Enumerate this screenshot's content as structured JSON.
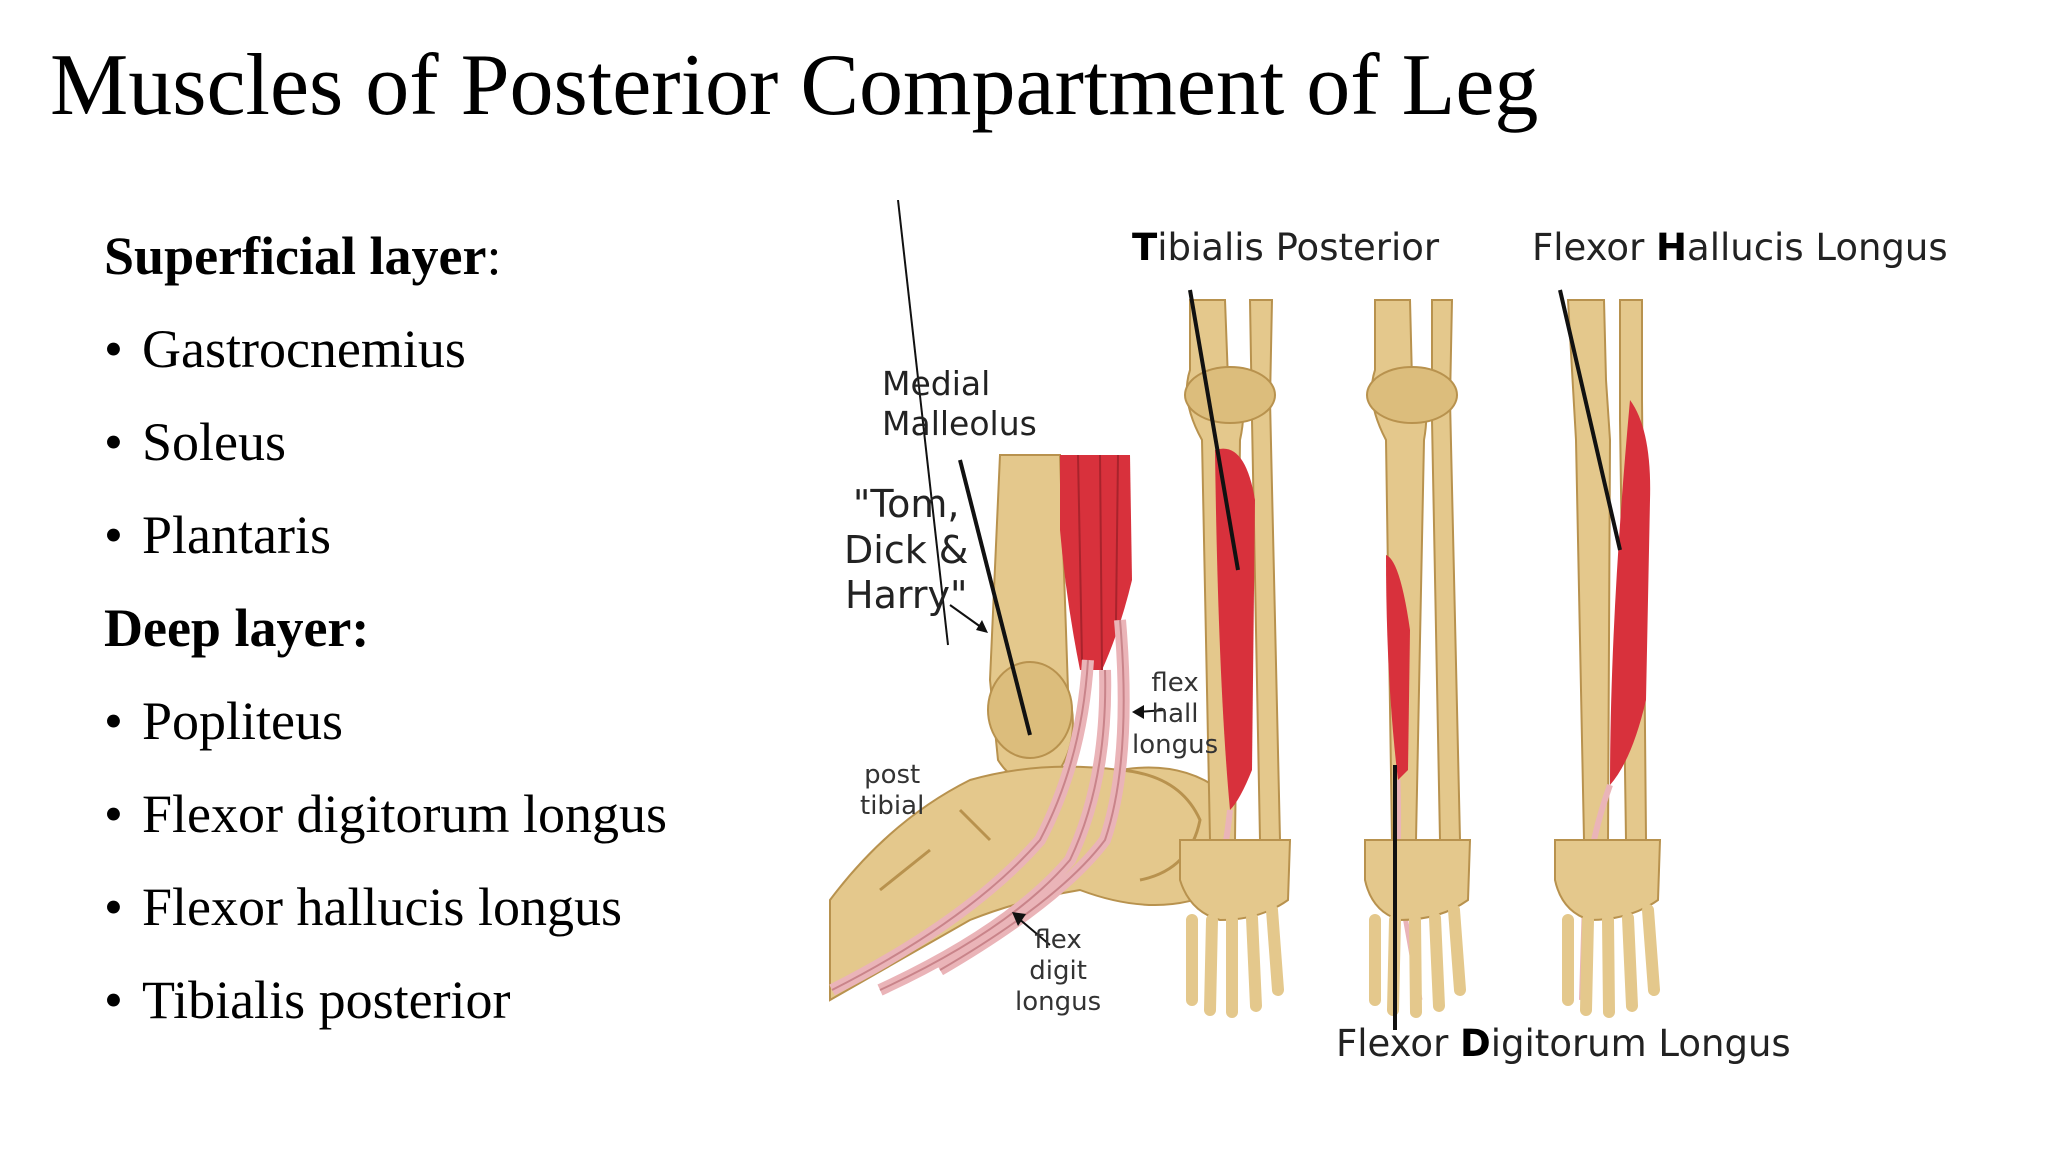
{
  "title": "Muscles of Posterior Compartment of Leg",
  "superficial": {
    "heading": "Superficial layer",
    "colon": ":",
    "items": [
      "Gastrocnemius",
      "Soleus",
      "Plantaris"
    ]
  },
  "deep": {
    "heading": "Deep layer:",
    "items": [
      "Popliteus",
      "Flexor digitorum longus",
      "Flexor hallucis longus",
      "Tibialis posterior"
    ]
  },
  "bullet_char": "•",
  "figure": {
    "tibialis_posterior": {
      "initial": "T",
      "rest": "ibialis Posterior"
    },
    "flexor_hallucis_longus": {
      "pre": "Flexor ",
      "initial": "H",
      "rest": "allucis Longus"
    },
    "flexor_digitorum_longus": {
      "pre": "Flexor ",
      "initial": "D",
      "rest": "igitorum Longus"
    },
    "medial_malleolus": [
      "Medial",
      "Malleolus"
    ],
    "mnemonic": [
      "\"Tom,",
      "Dick &",
      "Harry\""
    ],
    "flex_hall_longus": [
      "flex",
      "hall",
      "longus"
    ],
    "post_tibial": [
      "post",
      "tibial"
    ],
    "flex_digit_longus": [
      "flex",
      "digit",
      "longus"
    ]
  },
  "colors": {
    "bone": "#e4c88c",
    "bone_shadow": "#c9a660",
    "muscle": "#d8313c",
    "tendon": "#eab4b8",
    "pointer": "#111111"
  }
}
